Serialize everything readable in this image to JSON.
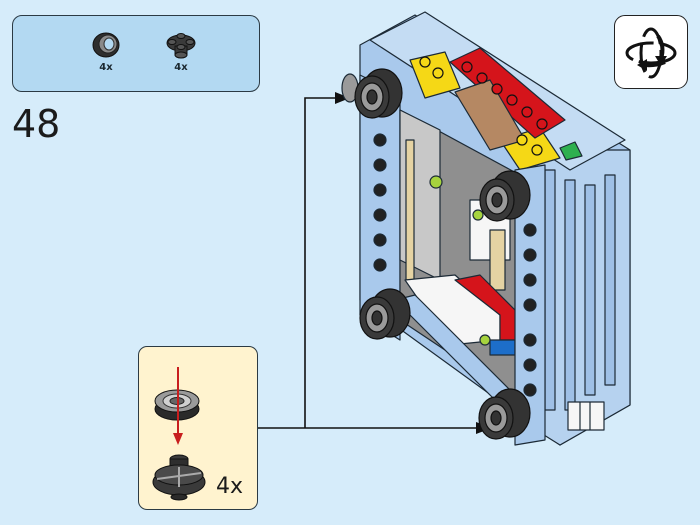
{
  "page": {
    "background_color": "#d6ecfa"
  },
  "parts_list": {
    "background_color": "#b3d9f2",
    "items": [
      {
        "name": "tire",
        "icon": "tire-icon",
        "quantity": "4x"
      },
      {
        "name": "round plate with wheel pin",
        "icon": "wheel-holder-icon",
        "quantity": "4x"
      }
    ]
  },
  "step": {
    "number": "48"
  },
  "rotate_model": {
    "icon": "rotate-model-icon"
  },
  "sub_assembly": {
    "background_color": "#fff3cf",
    "multiplier": "4x",
    "arrow_color": "#c81e1e"
  },
  "model": {
    "colors": {
      "frame_light_blue": "#a9c9ec",
      "yellow": "#f5d816",
      "red": "#d5141b",
      "green": "#2eb04f",
      "tan": "#e5d3a3",
      "dark_gray": "#3b3b3b",
      "light_gray": "#a8a8a8",
      "white": "#f6f6f6",
      "blue": "#1d6ec9",
      "lime": "#a6d33e"
    }
  }
}
